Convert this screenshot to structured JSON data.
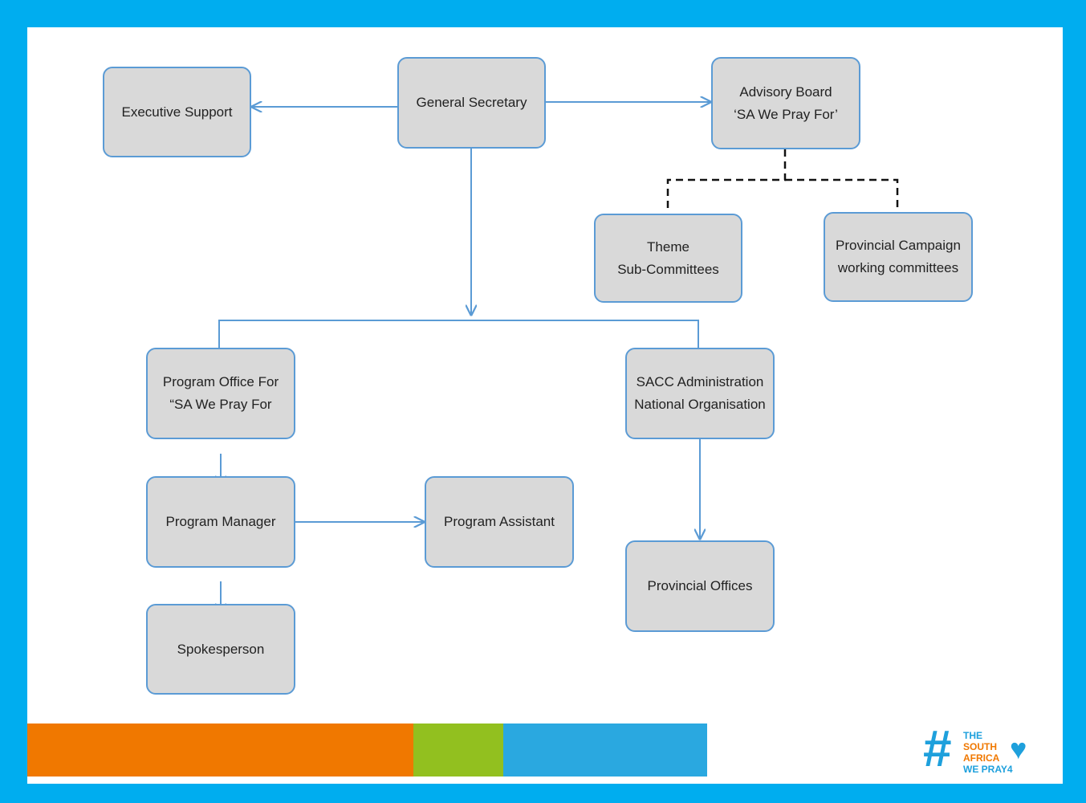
{
  "colors": {
    "frame": "#00adef",
    "node_fill": "#d9d9d9",
    "node_border": "#5b9bd5",
    "connector": "#5b9bd5",
    "bar_orange": "#f07800",
    "bar_green": "#92c01f",
    "bar_blue": "#2aa8e0"
  },
  "nodes": {
    "executive_support": "Executive Support",
    "general_secretary": "General Secretary",
    "advisory_board": "Advisory Board\n‘SA We Pray For’",
    "theme_subcommittees": "Theme\nSub-Committees",
    "provincial_campaign": "Provincial Campaign\nworking committees",
    "program_office": "Program Office For\n“SA We Pray For",
    "sacc_admin": "SACC Administration\nNational Organisation",
    "program_manager": "Program Manager",
    "program_assistant": "Program Assistant",
    "provincial_offices": "Provincial Offices",
    "spokesperson": "Spokesperson"
  },
  "logo": {
    "hash": "#",
    "line1": "THE",
    "line2": "SOUTH",
    "line3": "AFRICA",
    "line4": "WE PRAY4",
    "heart_icon": "heart-icon"
  }
}
